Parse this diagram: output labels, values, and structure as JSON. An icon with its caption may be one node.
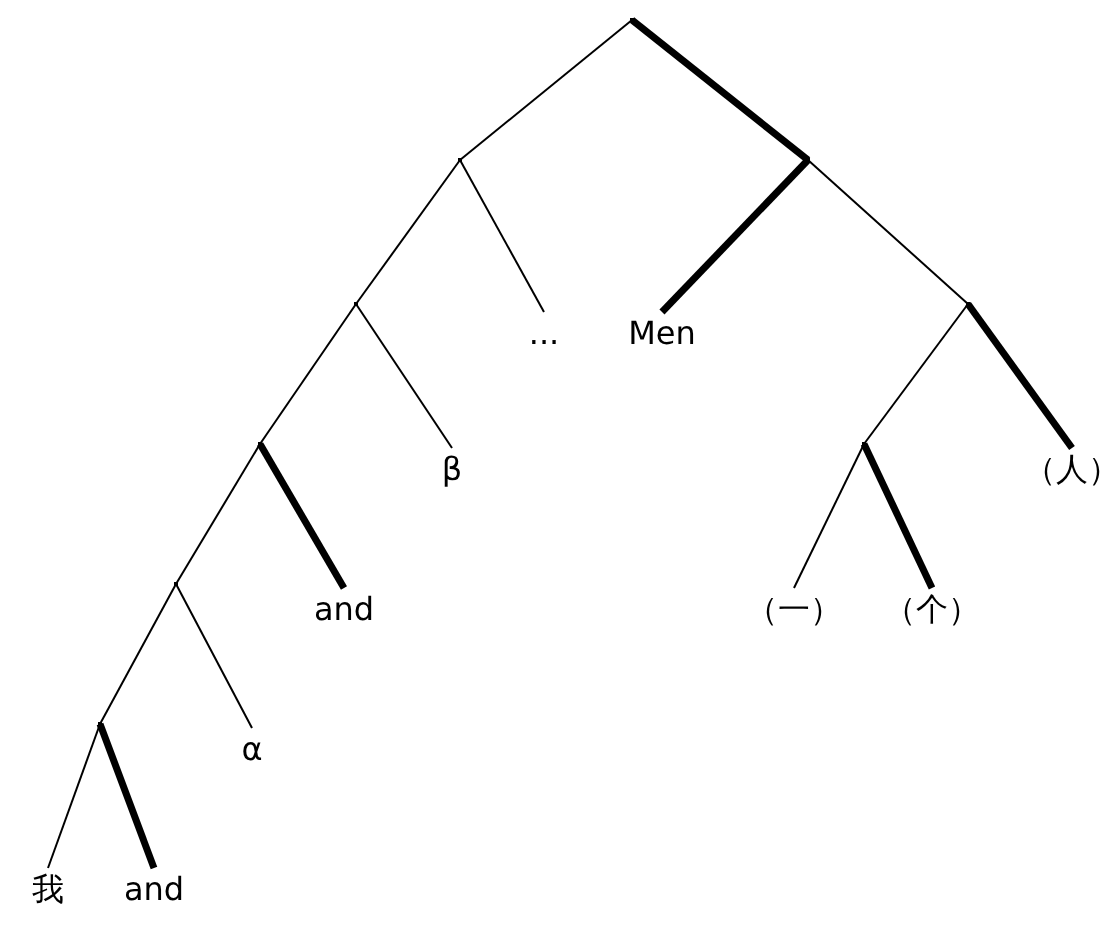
{
  "diagram": {
    "nodes": [
      {
        "text": [],
        "shape": "point"
      },
      {
        "text": [],
        "shape": "point"
      },
      {
        "text": [],
        "shape": "point"
      },
      {
        "text": [],
        "shape": "point"
      },
      {
        "text": [
          "..."
        ]
      },
      {
        "text": [
          "Men"
        ]
      },
      {
        "text": [],
        "shape": "point"
      },
      {
        "text": [],
        "shape": "point"
      },
      {
        "text": [
          "β"
        ]
      },
      {
        "text": [],
        "shape": "point"
      },
      {
        "text": [
          "（人）"
        ]
      },
      {
        "text": [],
        "shape": "point"
      },
      {
        "text": [
          "and"
        ]
      },
      {
        "text": [
          "（一）"
        ]
      },
      {
        "text": [
          "（个）"
        ]
      },
      {
        "text": [],
        "shape": "point"
      },
      {
        "text": [
          "α"
        ]
      },
      {
        "text": [
          "我"
        ]
      },
      {
        "text": [
          "and"
        ]
      }
    ],
    "edges": [
      {
        "from": 0,
        "to": 1,
        "arrow": "none"
      },
      {
        "from": 0,
        "to": 2,
        "arrow": "none",
        "style": "thick"
      },
      {
        "from": 1,
        "to": 3,
        "arrow": "none"
      },
      {
        "from": 1,
        "to": 4,
        "arrow": "none"
      },
      {
        "from": 2,
        "to": 5,
        "arrow": "none",
        "style": "thick"
      },
      {
        "from": 2,
        "to": 6,
        "arrow": "none"
      },
      {
        "from": 3,
        "to": 7,
        "arrow": "none"
      },
      {
        "from": 3,
        "to": 8,
        "arrow": "none"
      },
      {
        "from": 6,
        "to": 9,
        "arrow": "none"
      },
      {
        "from": 6,
        "to": 10,
        "arrow": "none",
        "style": "thick"
      },
      {
        "from": 7,
        "to": 11,
        "arrow": "none"
      },
      {
        "from": 7,
        "to": 12,
        "arrow": "none",
        "style": "thick"
      },
      {
        "from": 9,
        "to": 13,
        "arrow": "none"
      },
      {
        "from": 9,
        "to": 14,
        "arrow": "none",
        "style": "thick"
      },
      {
        "from": 11,
        "to": 15,
        "arrow": "none"
      },
      {
        "from": 11,
        "to": 16,
        "arrow": "none"
      },
      {
        "from": 15,
        "to": 17,
        "arrow": "none"
      },
      {
        "from": 15,
        "to": 18,
        "arrow": "none",
        "style": "thick"
      }
    ]
  }
}
